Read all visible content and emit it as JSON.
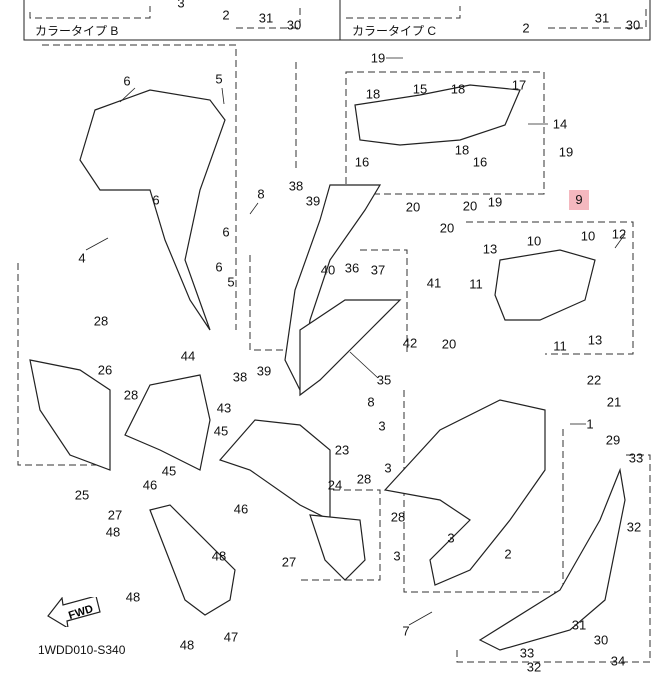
{
  "header": {
    "color_type_b": "カラータイプ B",
    "color_type_c": "カラータイプ C",
    "callouts": [
      "3",
      "2",
      "31",
      "30",
      "2",
      "31",
      "30"
    ]
  },
  "highlighted_part": "9",
  "callouts": [
    "6",
    "5",
    "6",
    "8",
    "6",
    "6",
    "5",
    "4",
    "19",
    "18",
    "15",
    "18",
    "17",
    "14",
    "16",
    "20",
    "20",
    "18",
    "16",
    "19",
    "38",
    "39",
    "19",
    "10",
    "10",
    "12",
    "20",
    "13",
    "40",
    "36",
    "37",
    "41",
    "11",
    "11",
    "13",
    "42",
    "20",
    "28",
    "44",
    "26",
    "28",
    "38",
    "39",
    "35",
    "22",
    "21",
    "8",
    "1",
    "3",
    "3",
    "43",
    "45",
    "45",
    "46",
    "25",
    "27",
    "48",
    "46",
    "23",
    "24",
    "28",
    "29",
    "33",
    "32",
    "28",
    "3",
    "3",
    "2",
    "27",
    "48",
    "48",
    "48",
    "47",
    "7",
    "31",
    "30",
    "34",
    "33",
    "32"
  ],
  "fwd_label": "FWD",
  "diagram_code": "1WDD010-S340"
}
